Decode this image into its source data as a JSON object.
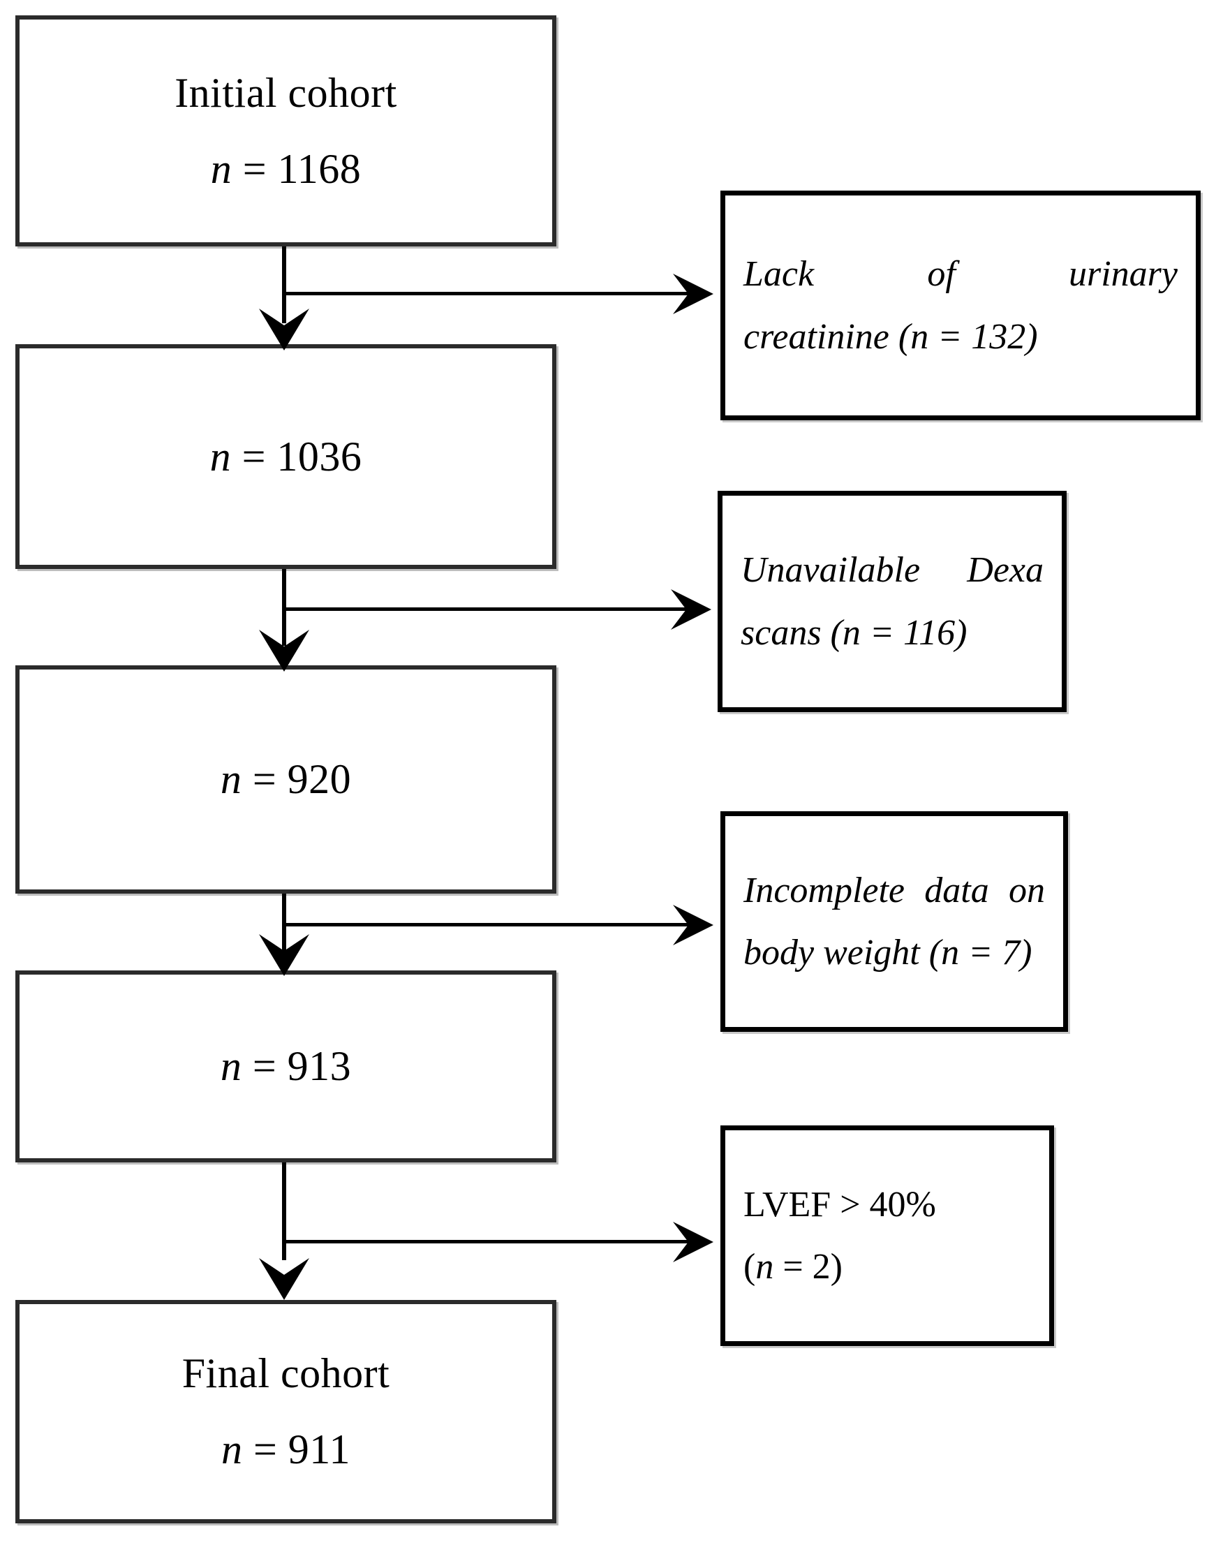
{
  "figure": {
    "type": "flowchart",
    "orientation": "top-to-bottom with right-side exclusion branches",
    "background_color": "#ffffff",
    "line_color": "#000000",
    "box_border_color_left": "#2b2b2b",
    "box_border_color_right": "#000000"
  },
  "main_nodes": [
    {
      "id": "initial-cohort",
      "title": "Initial cohort",
      "count_prefix": "n",
      "count_eq": " = ",
      "count_value": "1168",
      "count_text": "n = 1168"
    },
    {
      "id": "after-creatinine",
      "title": "",
      "count_prefix": "n",
      "count_eq": " = ",
      "count_value": "1036",
      "count_text": "n = 1036"
    },
    {
      "id": "after-dexa",
      "title": "",
      "count_prefix": "n",
      "count_eq": " = ",
      "count_value": "920",
      "count_text": "n = 920"
    },
    {
      "id": "after-body-weight",
      "title": "",
      "count_prefix": "n",
      "count_eq": " = ",
      "count_value": "913",
      "count_text": "n = 913"
    },
    {
      "id": "final-cohort",
      "title": "Final cohort",
      "count_prefix": "n",
      "count_eq": " = ",
      "count_value": "911",
      "count_text": "n = 911"
    }
  ],
  "exclusion_nodes": [
    {
      "id": "lack-urinary-creatinine",
      "line1": "Lack of urinary",
      "line2_pre": "creatinine (",
      "line2_n": "n",
      "line2_post": " = 132)",
      "full_text": "Lack of urinary creatinine (n = 132)",
      "excluded_n": "132",
      "style": "italic"
    },
    {
      "id": "unavailable-dexa-scans",
      "line1": "Unavailable Dexa",
      "line2_pre": "scans (",
      "line2_n": "n",
      "line2_post": " = 116)",
      "full_text": "Unavailable Dexa scans (n = 116)",
      "excluded_n": "116",
      "style": "italic"
    },
    {
      "id": "incomplete-body-weight",
      "line1": "Incomplete data on",
      "line2_pre": "body weight (",
      "line2_n": "n",
      "line2_post": " = 7)",
      "full_text": "Incomplete data on body weight (n = 7)",
      "excluded_n": "7",
      "style": "italic"
    },
    {
      "id": "lvef-over-40",
      "line1": "LVEF > 40%",
      "line2_pre": "(",
      "line2_n": "n",
      "line2_post": " = 2)",
      "full_text": "LVEF > 40% (n = 2)",
      "excluded_n": "2",
      "style": "roman"
    }
  ],
  "flow_summary": {
    "start_n": "1168",
    "end_n": "911",
    "steps": [
      {
        "from": "1168",
        "excluded": "132",
        "to": "1036",
        "reason": "Lack of urinary creatinine"
      },
      {
        "from": "1036",
        "excluded": "116",
        "to": "920",
        "reason": "Unavailable Dexa scans"
      },
      {
        "from": "920",
        "excluded": "7",
        "to": "913",
        "reason": "Incomplete data on body weight"
      },
      {
        "from": "913",
        "excluded": "2",
        "to": "911",
        "reason": "LVEF > 40%"
      }
    ]
  }
}
